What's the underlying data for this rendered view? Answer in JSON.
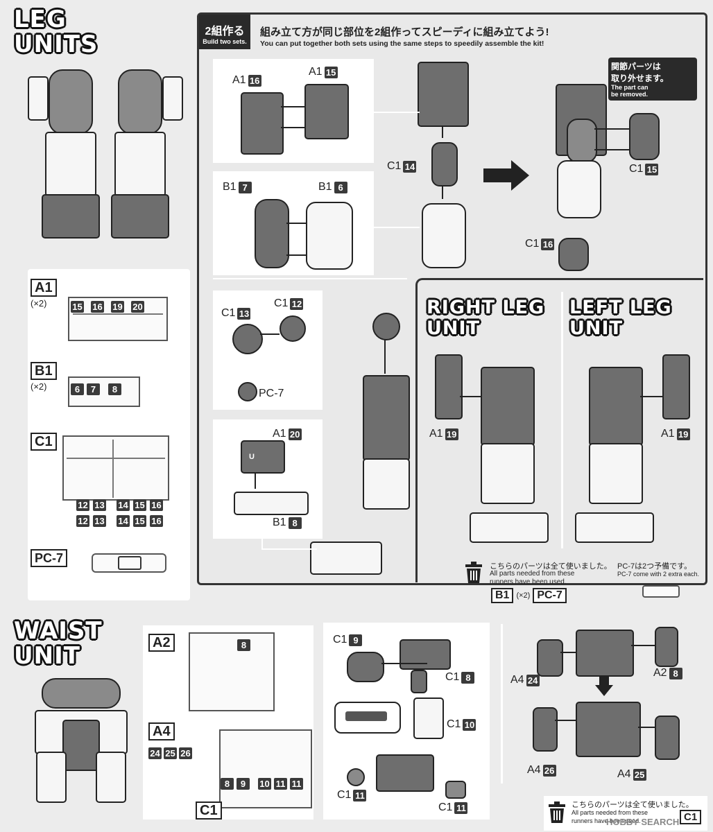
{
  "leg_section": {
    "title_line1": "LEG",
    "title_line2": "UNITS",
    "step_badge": "2組作る",
    "step_badge_en": "Build two sets.",
    "instruction_jp": "組み立て方が同じ部位を2組作ってスピーディに組み立てよう!",
    "instruction_en": "You can put together both sets using the same steps to speedily assemble the kit!",
    "removable_note_jp_1": "関節パーツは",
    "removable_note_jp_2": "取り外せます。",
    "removable_note_en_1": "The part can",
    "removable_note_en_2": "be removed.",
    "right_leg_1": "RIGHT LEG",
    "right_leg_2": "UNIT",
    "left_leg_1": "LEFT LEG",
    "left_leg_2": "UNIT",
    "used_note_jp": "こちらのパーツは全て使いました。",
    "used_note_en_1": "All parts needed from these",
    "used_note_en_2": "runners have been used.",
    "extra_note_jp": "PC-7は2つ予備です。",
    "extra_note_en": "PC-7 come with 2 extra each.",
    "used_runner": "B1",
    "used_runner_mult": "(×2)",
    "used_pc": "PC-7"
  },
  "runners_leg": {
    "a1": {
      "label": "A1",
      "mult": "(×2)",
      "parts": [
        "15",
        "16",
        "19",
        "20"
      ]
    },
    "b1": {
      "label": "B1",
      "mult": "(×2)",
      "parts": [
        "6",
        "7",
        "8"
      ]
    },
    "c1": {
      "label": "C1",
      "parts_row1": [
        "12",
        "13",
        "14",
        "15",
        "16"
      ],
      "parts_row2": [
        "12",
        "13",
        "14",
        "15",
        "16"
      ]
    },
    "pc7": {
      "label": "PC-7"
    }
  },
  "leg_parts": {
    "a1_16": {
      "runner": "A1",
      "num": "16"
    },
    "a1_15": {
      "runner": "A1",
      "num": "15"
    },
    "b1_7": {
      "runner": "B1",
      "num": "7"
    },
    "b1_6": {
      "runner": "B1",
      "num": "6"
    },
    "c1_14": {
      "runner": "C1",
      "num": "14"
    },
    "c1_15": {
      "runner": "C1",
      "num": "15"
    },
    "c1_16": {
      "runner": "C1",
      "num": "16"
    },
    "c1_13": {
      "runner": "C1",
      "num": "13"
    },
    "c1_12": {
      "runner": "C1",
      "num": "12"
    },
    "pc7": "PC-7",
    "a1_20": {
      "runner": "A1",
      "num": "20"
    },
    "b1_8": {
      "runner": "B1",
      "num": "8"
    },
    "a1_19_right": {
      "runner": "A1",
      "num": "19"
    },
    "a1_19_left": {
      "runner": "A1",
      "num": "19"
    },
    "u_mark": "U"
  },
  "waist_section": {
    "title_line1": "WAIST",
    "title_line2": "UNIT",
    "used_note_jp": "こちらのパーツは全て使いました。",
    "used_note_en_1": "All parts needed from these",
    "used_note_en_2": "runners have been used.",
    "page_mark": "C1"
  },
  "runners_waist": {
    "a2": {
      "label": "A2",
      "parts": [
        "8"
      ]
    },
    "a4": {
      "label": "A4",
      "parts": [
        "24",
        "25",
        "26"
      ]
    },
    "c1": {
      "label": "C1",
      "parts": [
        "8",
        "9",
        "10",
        "11",
        "11"
      ]
    }
  },
  "waist_parts": {
    "c1_9": {
      "runner": "C1",
      "num": "9"
    },
    "c1_8": {
      "runner": "C1",
      "num": "8"
    },
    "c1_10": {
      "runner": "C1",
      "num": "10"
    },
    "c1_11_a": {
      "runner": "C1",
      "num": "11"
    },
    "c1_11_b": {
      "runner": "C1",
      "num": "11"
    },
    "a4_24": {
      "runner": "A4",
      "num": "24"
    },
    "a2_8": {
      "runner": "A2",
      "num": "8"
    },
    "a4_26": {
      "runner": "A4",
      "num": "26"
    },
    "a4_25": {
      "runner": "A4",
      "num": "25"
    }
  },
  "watermark": "HOBBY SEARCH"
}
